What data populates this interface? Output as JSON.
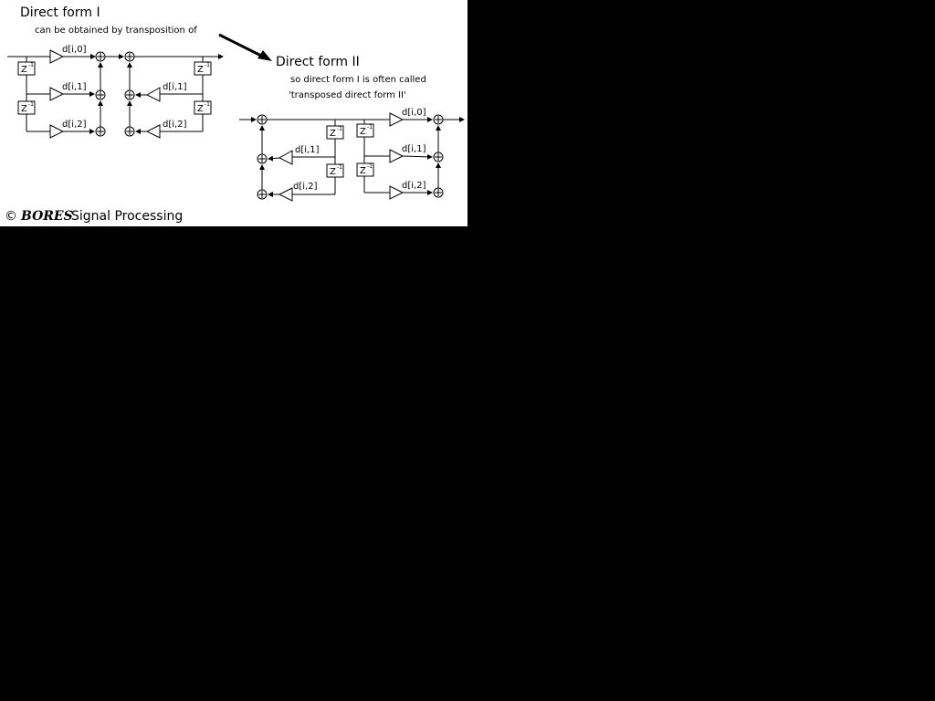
{
  "title_df1": "Direct form I",
  "subtitle_df1": "can be obtained by transposition of",
  "title_df2": "Direct form II",
  "subtitle_df2_line1": "so direct form I is often called",
  "subtitle_df2_line2": "'transposed direct form II'",
  "coef": {
    "d0": "d[i,0]",
    "d1": "d[i,1]",
    "d2": "d[i,2]"
  },
  "delay_label": "Z",
  "delay_exp": "-1",
  "footer": {
    "copyright": "©",
    "brand": "BORES",
    "rest": "Signal Processing"
  }
}
